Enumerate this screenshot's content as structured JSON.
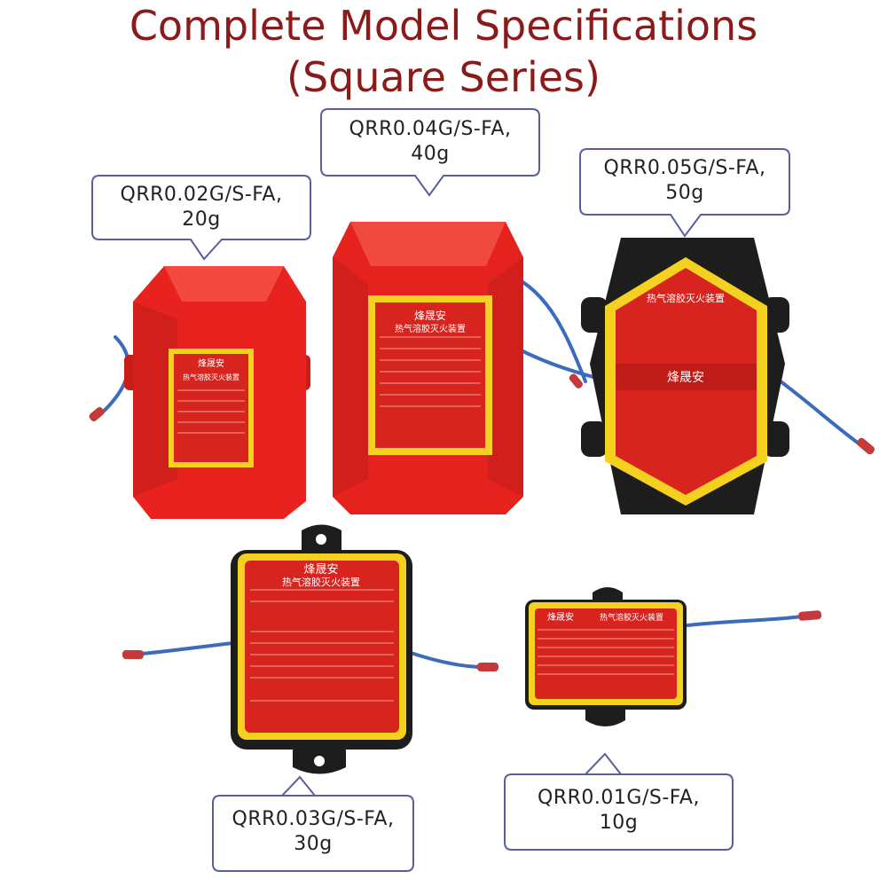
{
  "title": {
    "line1": "Complete Model Specifications",
    "line2": "(Square Series)"
  },
  "colors": {
    "title": "#8b1a1a",
    "red_housing": "#e8231f",
    "black_housing": "#1d1d1d",
    "label_yellow": "#f4d020",
    "label_red": "#d8241e",
    "wire": "#3a6bbd",
    "callout_border": "#5a5f9c"
  },
  "callouts": [
    {
      "id": "qrr002",
      "model": "QRR0.02G/S-FA,",
      "weight": "20g"
    },
    {
      "id": "qrr004",
      "model": "QRR0.04G/S-FA,",
      "weight": "40g"
    },
    {
      "id": "qrr005",
      "model": "QRR0.05G/S-FA,",
      "weight": "50g"
    },
    {
      "id": "qrr003",
      "model": "QRR0.03G/S-FA,",
      "weight": "30g"
    },
    {
      "id": "qrr001",
      "model": "QRR0.01G/S-FA,",
      "weight": "10g"
    }
  ],
  "device_labels": {
    "brand": "烽晟安",
    "product_name": "热气溶胶灭火装置"
  }
}
